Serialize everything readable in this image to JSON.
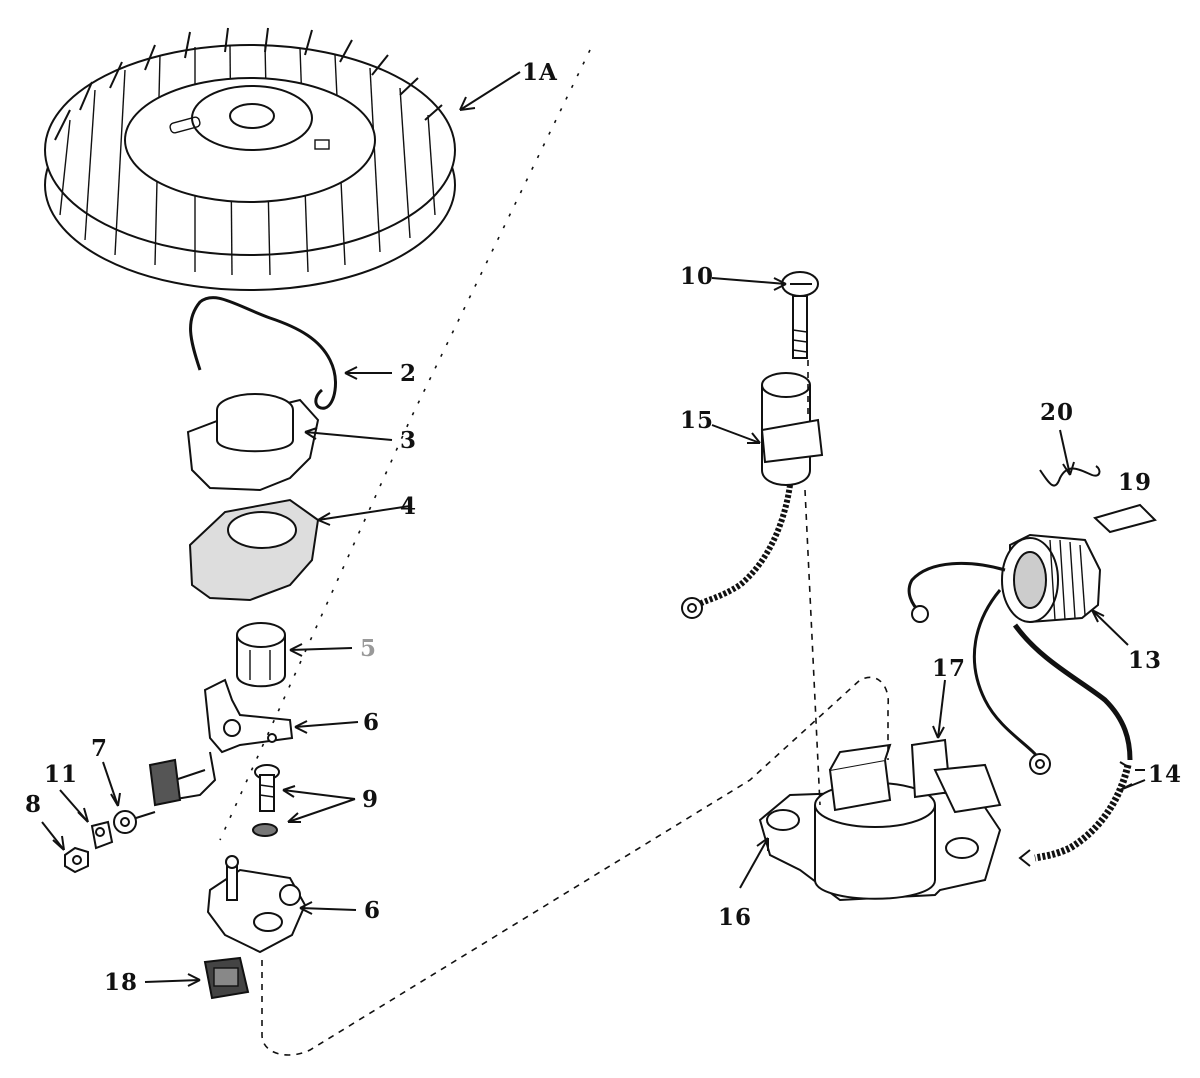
{
  "labels": {
    "flywheel": "1A",
    "spring": "2",
    "cam_cover": "3",
    "gasket": "4",
    "cam": "5",
    "breaker_arm": "6",
    "breaker_plate": "6",
    "insulator": "7",
    "nut": "8",
    "screw_washer": "9",
    "condenser_screw": "10",
    "washer": "11",
    "coil": "13",
    "lead_wires": "14",
    "condenser": "15",
    "stator": "16",
    "coil_core": "17",
    "felt_wick": "18",
    "clip": "19",
    "retainer_wire": "20"
  }
}
